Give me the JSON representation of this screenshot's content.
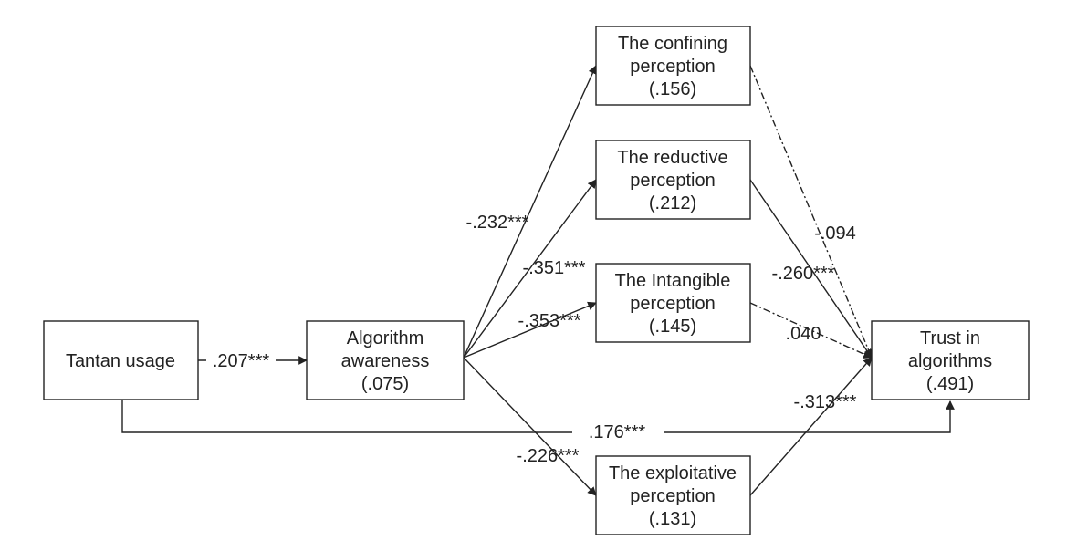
{
  "nodes": {
    "tantan": {
      "lines": [
        "Tantan usage"
      ]
    },
    "awareness": {
      "lines": [
        "Algorithm",
        "awareness",
        "(.075)"
      ]
    },
    "confining": {
      "lines": [
        "The confining",
        "perception",
        "(.156)"
      ]
    },
    "reductive": {
      "lines": [
        "The reductive",
        "perception",
        "(.212)"
      ]
    },
    "intangible": {
      "lines": [
        "The Intangible",
        "perception",
        "(.145)"
      ]
    },
    "exploitative": {
      "lines": [
        "The exploitative",
        "perception",
        "(.131)"
      ]
    },
    "trust": {
      "lines": [
        "Trust in",
        "algorithms",
        "(.491)"
      ]
    }
  },
  "paths": {
    "tantan_awareness": ".207***",
    "awareness_confining": "-.232***",
    "awareness_reductive": "-.351***",
    "awareness_intangible": "-.353***",
    "awareness_exploitative": "-.226***",
    "confining_trust": "-.094",
    "reductive_trust": "-.260***",
    "intangible_trust": ".040",
    "exploitative_trust": "-.313***",
    "tantan_trust": ".176***"
  }
}
